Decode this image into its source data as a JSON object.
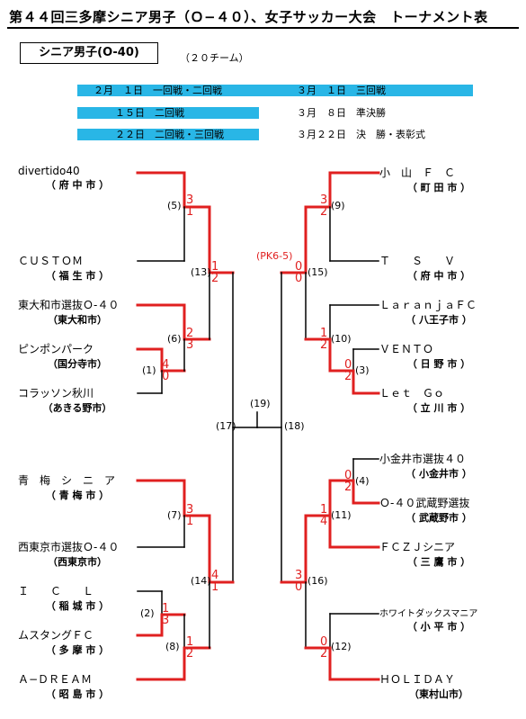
{
  "title": "第４４回三多摩シニア男子（Ｏ−４０）、女子サッカー大会　トーナメント表",
  "category": "シニア男子(O-40)",
  "team_count": "（２０チーム）",
  "schedule": [
    {
      "left": "２月　１日　一回戦・二回戦",
      "right": "３月　１日　三回戦"
    },
    {
      "left": "１５日　二回戦",
      "right": "３月　８日　準決勝"
    },
    {
      "left": "２２日　二回戦・三回戦",
      "right": "３月２２日　決　勝・表彰式"
    }
  ],
  "teams_left": [
    {
      "name": "divertido40",
      "city": "（ 府 中 市 ）"
    },
    {
      "name": "ＣＵＳＴＯＭ",
      "city": "（ 福 生 市 ）"
    },
    {
      "name": "東大和市選抜Ｏ-４０",
      "city": "（東大和市）"
    },
    {
      "name": "ピンポンパーク",
      "city": "（国分寺市）"
    },
    {
      "name": "コラッソン秋川",
      "city": "（あきる野市）"
    },
    {
      "name": "青　梅　シ　ニ　ア",
      "city": "（ 青 梅 市 ）"
    },
    {
      "name": "西東京市選抜Ｏ-４０",
      "city": "（西東京市）"
    },
    {
      "name": "Ｉ　　Ｃ　　Ｌ",
      "city": "（ 稲 城 市 ）"
    },
    {
      "name": "ムスタングＦＣ",
      "city": "（ 多 摩 市 ）"
    },
    {
      "name": "Ａ−ＤＲＥＡＭ",
      "city": "（ 昭 島 市 ）"
    }
  ],
  "teams_right": [
    {
      "name": "小　山　Ｆ　Ｃ",
      "city": "（ 町 田 市 ）"
    },
    {
      "name": "Ｔ　　Ｓ　　Ｖ",
      "city": "（ 府 中 市 ）"
    },
    {
      "name": "ＬａｒａｎｊａＦＣ",
      "city": "（ 八王子市 ）"
    },
    {
      "name": "ＶＥＮＴＯ",
      "city": "（ 日 野 市 ）"
    },
    {
      "name": "Ｌｅｔ　Ｇｏ",
      "city": "（ 立 川 市 ）"
    },
    {
      "name": "小金井市選抜４０",
      "city": "（ 小金井市 ）"
    },
    {
      "name": "Ｏ-４０武蔵野選抜",
      "city": "（ 武蔵野市 ）"
    },
    {
      "name": "ＦＣＺＪシニア",
      "city": "（ 三 鷹 市 ）"
    },
    {
      "name": "ホワイトダックスマニア",
      "city": "（ 小 平 市 ）"
    },
    {
      "name": "ＨＯＬＩＤＡＹ",
      "city": "（東村山市）"
    }
  ],
  "games": [
    "(1)",
    "(2)",
    "(3)",
    "(4)",
    "(5)",
    "(6)",
    "(7)",
    "(8)",
    "(9)",
    "(10)",
    "(11)",
    "(12)",
    "(13)",
    "(14)",
    "(15)",
    "(16)",
    "(17)",
    "(18)",
    "(19)"
  ],
  "scores": {
    "g5": [
      "3",
      "1"
    ],
    "g13": [
      "1",
      "2"
    ],
    "g6": [
      "2",
      "3"
    ],
    "g1": [
      "4",
      "0"
    ],
    "g7": [
      "3",
      "1"
    ],
    "g14": [
      "4",
      "1"
    ],
    "g2": [
      "1",
      "3"
    ],
    "g8": [
      "1",
      "2"
    ],
    "g9": [
      "3",
      "2"
    ],
    "g15": [
      "0",
      "0"
    ],
    "g10": [
      "1",
      "2"
    ],
    "g3": [
      "0",
      "2"
    ],
    "g4": [
      "0",
      "2"
    ],
    "g11": [
      "1",
      "4"
    ],
    "g16": [
      "3",
      "0"
    ],
    "g12": [
      "0",
      "2"
    ]
  },
  "pk_note": "(PK6-5)",
  "colors": {
    "win": "#e02020",
    "line": "#000000",
    "schedule_bar": "#29b6e6"
  }
}
